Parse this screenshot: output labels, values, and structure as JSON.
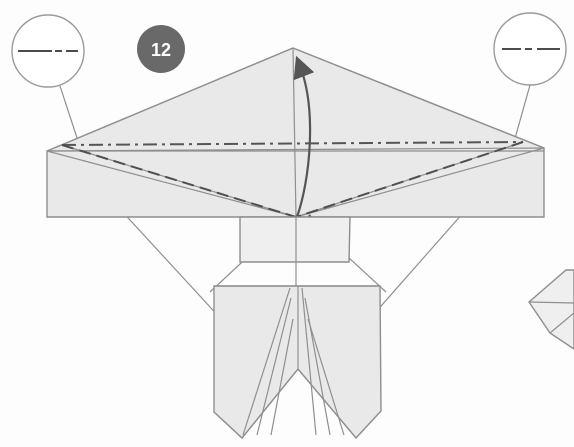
{
  "step": {
    "number": "12"
  },
  "symbols": {
    "left_callout": "mountain-fold",
    "right_callout": "mountain-fold",
    "fold_arrow": "curved-up-arrow"
  },
  "colors": {
    "paper": "#e9e9e9",
    "outline": "#8e8e8e",
    "crease": "#555555",
    "badge": "#696969"
  }
}
